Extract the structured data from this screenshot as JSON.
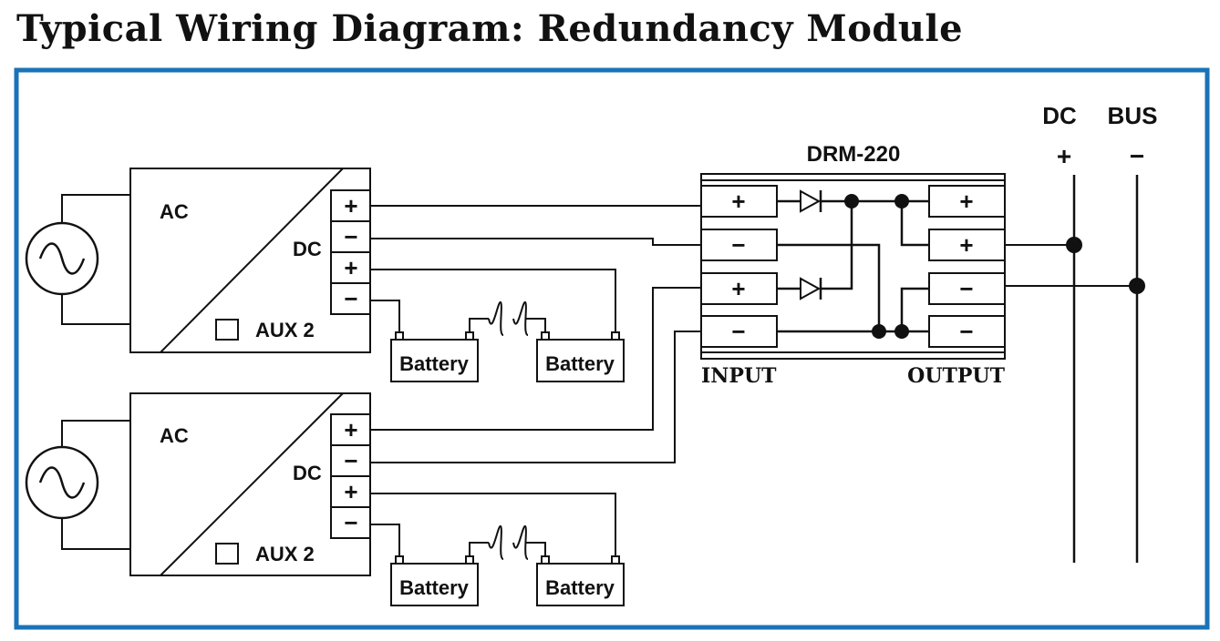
{
  "title": "Typical Wiring Diagram: Redundancy Module",
  "colors": {
    "frame": "#1a73b8",
    "line": "#111111"
  },
  "power_supplies": [
    {
      "ac_label": "AC",
      "dc_label": "DC",
      "aux_label": "AUX 2",
      "terminals": [
        "+",
        "−",
        "+",
        "−"
      ],
      "batteries": [
        "Battery",
        "Battery"
      ]
    },
    {
      "ac_label": "AC",
      "dc_label": "DC",
      "aux_label": "AUX 2",
      "terminals": [
        "+",
        "−",
        "+",
        "−"
      ],
      "batteries": [
        "Battery",
        "Battery"
      ]
    }
  ],
  "module": {
    "name": "DRM-220",
    "input_label": "INPUT",
    "output_label": "OUTPUT",
    "input_terminals": [
      "+",
      "−",
      "+",
      "−"
    ],
    "output_terminals": [
      "+",
      "+",
      "−",
      "−"
    ]
  },
  "bus": {
    "dc_label": "DC",
    "bus_label": "BUS",
    "plus": "+",
    "minus": "−"
  }
}
